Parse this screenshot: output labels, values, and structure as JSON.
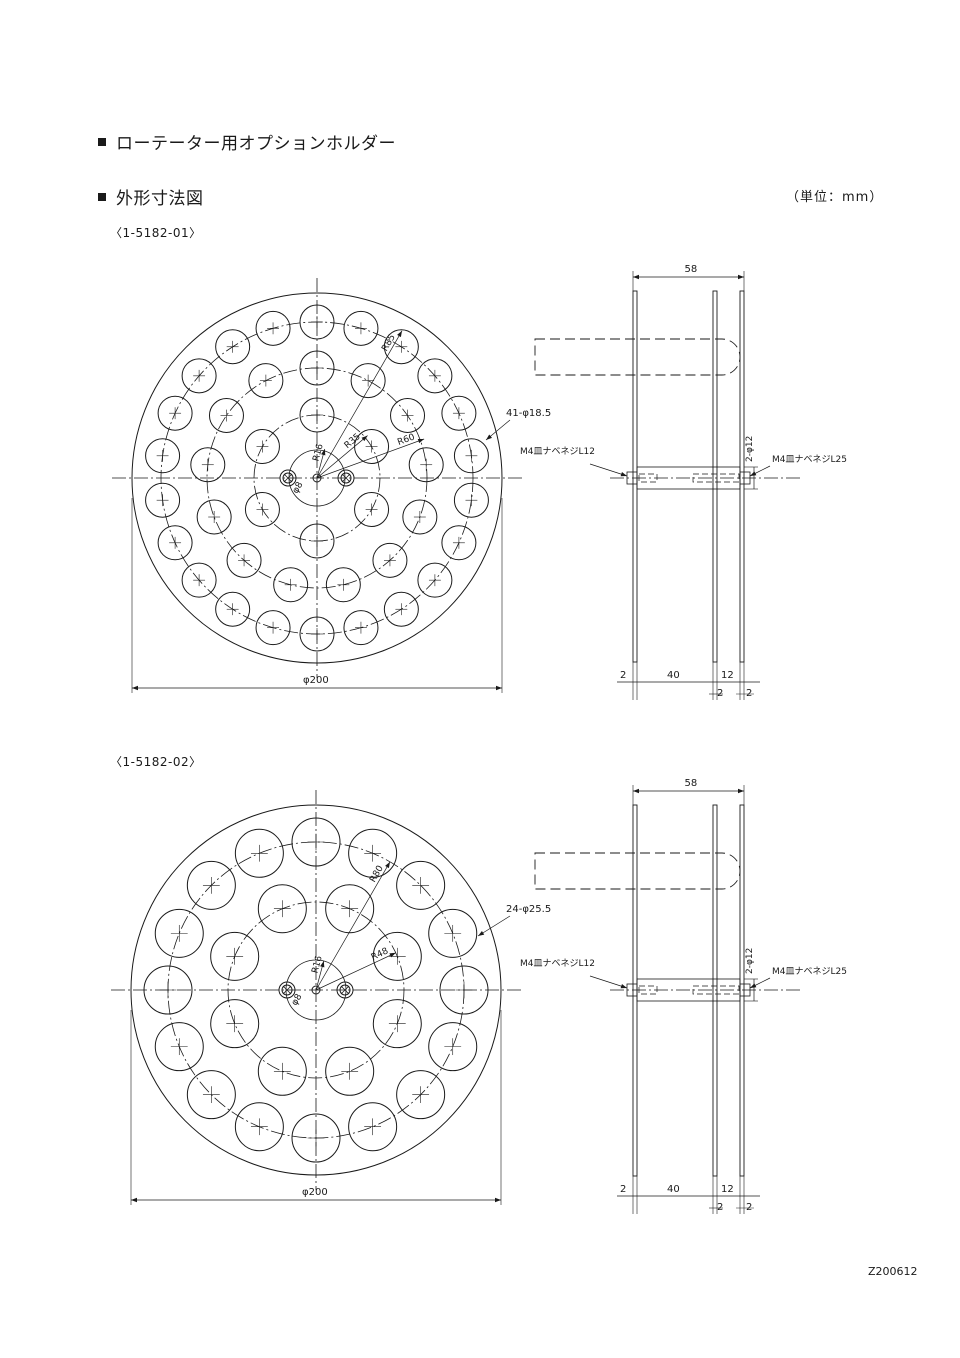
{
  "title": "ローテーター用オプションホルダー",
  "subtitle": "外形寸法図",
  "unit_label": "（単位：mm）",
  "doc_id": "Z200612",
  "drawings": [
    {
      "model": "〈1-5182-01〉",
      "holes_label": "41-φ18.5",
      "r_labels": [
        "R85",
        "R60",
        "R35",
        "R16"
      ],
      "phi_small": "φ8",
      "diameter_label": "φ200",
      "width_label": "58",
      "pin_label": "2-φ12",
      "screw_left": "M4皿ナベネジL12",
      "screw_right": "M4皿ナベネジL25",
      "dims_bottom": [
        "2",
        "40",
        "12",
        "2",
        "2"
      ]
    },
    {
      "model": "〈1-5182-02〉",
      "holes_label": "24-φ25.5",
      "r_labels": [
        "R80",
        "R48",
        "R16"
      ],
      "phi_small": "φ8",
      "diameter_label": "φ200",
      "width_label": "58",
      "pin_label": "2-φ12",
      "screw_left": "M4皿ナベネジL12",
      "screw_right": "M4皿ナベネジL25",
      "dims_bottom": [
        "2",
        "40",
        "12",
        "2",
        "2"
      ]
    }
  ]
}
